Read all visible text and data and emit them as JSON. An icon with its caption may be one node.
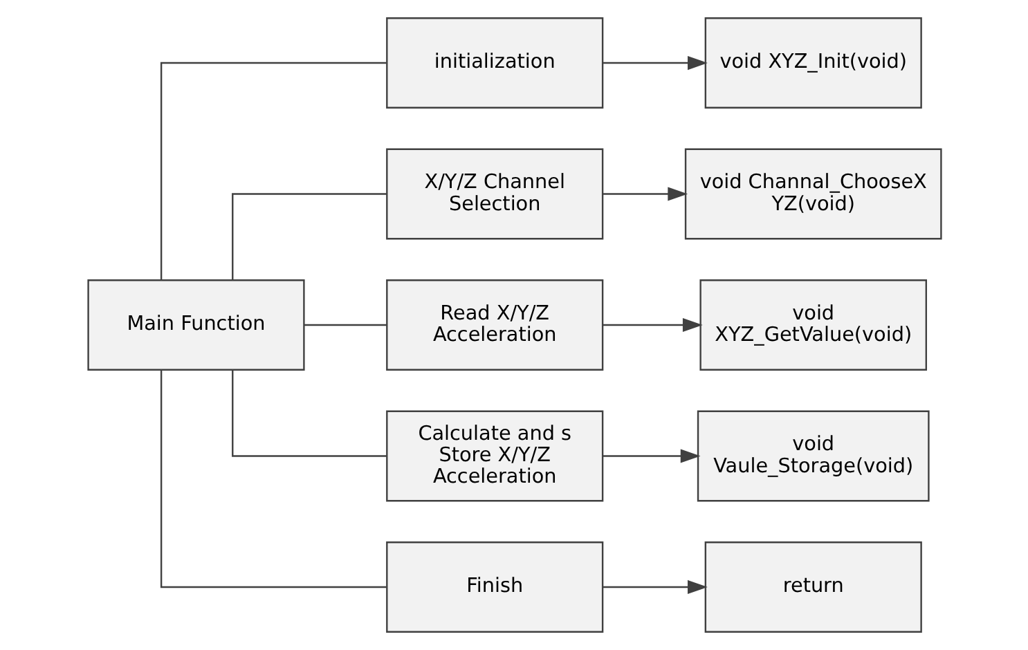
{
  "diagram": {
    "nodes": [
      {
        "text": [
          "Main Function"
        ]
      },
      {
        "text": [
          "initialization"
        ]
      },
      {
        "text": [
          "X/Y/Z Channel Selection"
        ]
      },
      {
        "text": [
          "Read X/Y/Z Acceleration"
        ]
      },
      {
        "text": [
          "Calculate and s Store X/Y/Z Acceleration"
        ]
      },
      {
        "text": [
          "Finish"
        ]
      },
      {
        "text": [
          "void XYZ_Init(void)"
        ]
      },
      {
        "text": [
          "void Channal_ChooseXYZ(void)"
        ]
      },
      {
        "text": [
          "void XYZ_GetValue(void)"
        ]
      },
      {
        "text": [
          "void Vaule_Storage(void)"
        ]
      },
      {
        "text": [
          "return"
        ]
      }
    ],
    "edges": [
      {
        "from": 0,
        "to": 1,
        "arrow": "none"
      },
      {
        "from": 0,
        "to": 2,
        "arrow": "none"
      },
      {
        "from": 0,
        "to": 3,
        "arrow": "none"
      },
      {
        "from": 0,
        "to": 4,
        "arrow": "none"
      },
      {
        "from": 0,
        "to": 5,
        "arrow": "none"
      },
      {
        "from": 1,
        "to": 6,
        "arrow": "to"
      },
      {
        "from": 2,
        "to": 7,
        "arrow": "to"
      },
      {
        "from": 3,
        "to": 8,
        "arrow": "to"
      },
      {
        "from": 4,
        "to": 9,
        "arrow": "to"
      },
      {
        "from": 5,
        "to": 10,
        "arrow": "to"
      }
    ]
  }
}
